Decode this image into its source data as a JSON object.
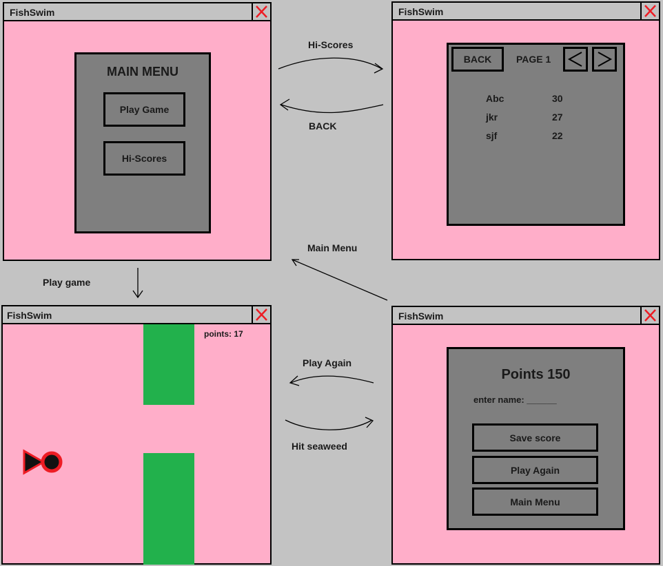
{
  "app_title": "FishSwim",
  "colors": {
    "window_bg": "#ffaec9",
    "panel_bg": "#7f7f7f",
    "seaweed": "#22b14c",
    "close_x": "#ed1c24",
    "canvas_bg": "#c3c3c3"
  },
  "main_menu": {
    "heading": "MAIN MENU",
    "play_button": "Play Game",
    "hiscores_button": "Hi-Scores"
  },
  "hiscores": {
    "back_button": "BACK",
    "page_label": "PAGE 1",
    "prev_icon": "<",
    "next_icon": ">",
    "entries": [
      {
        "name": "Abc",
        "score": "30"
      },
      {
        "name": "jkr",
        "score": "27"
      },
      {
        "name": "sjf",
        "score": "22"
      }
    ]
  },
  "game": {
    "points_label": "points: 17"
  },
  "game_over": {
    "points_heading": "Points 150",
    "enter_name_label": "enter name: ______",
    "save_button": "Save score",
    "play_again_button": "Play Again",
    "main_menu_button": "Main Menu"
  },
  "transitions": {
    "to_hiscores": "Hi-Scores",
    "back": "BACK",
    "to_main_menu": "Main Menu",
    "play_game": "Play game",
    "play_again": "Play Again",
    "hit_seaweed": "Hit seaweed"
  }
}
